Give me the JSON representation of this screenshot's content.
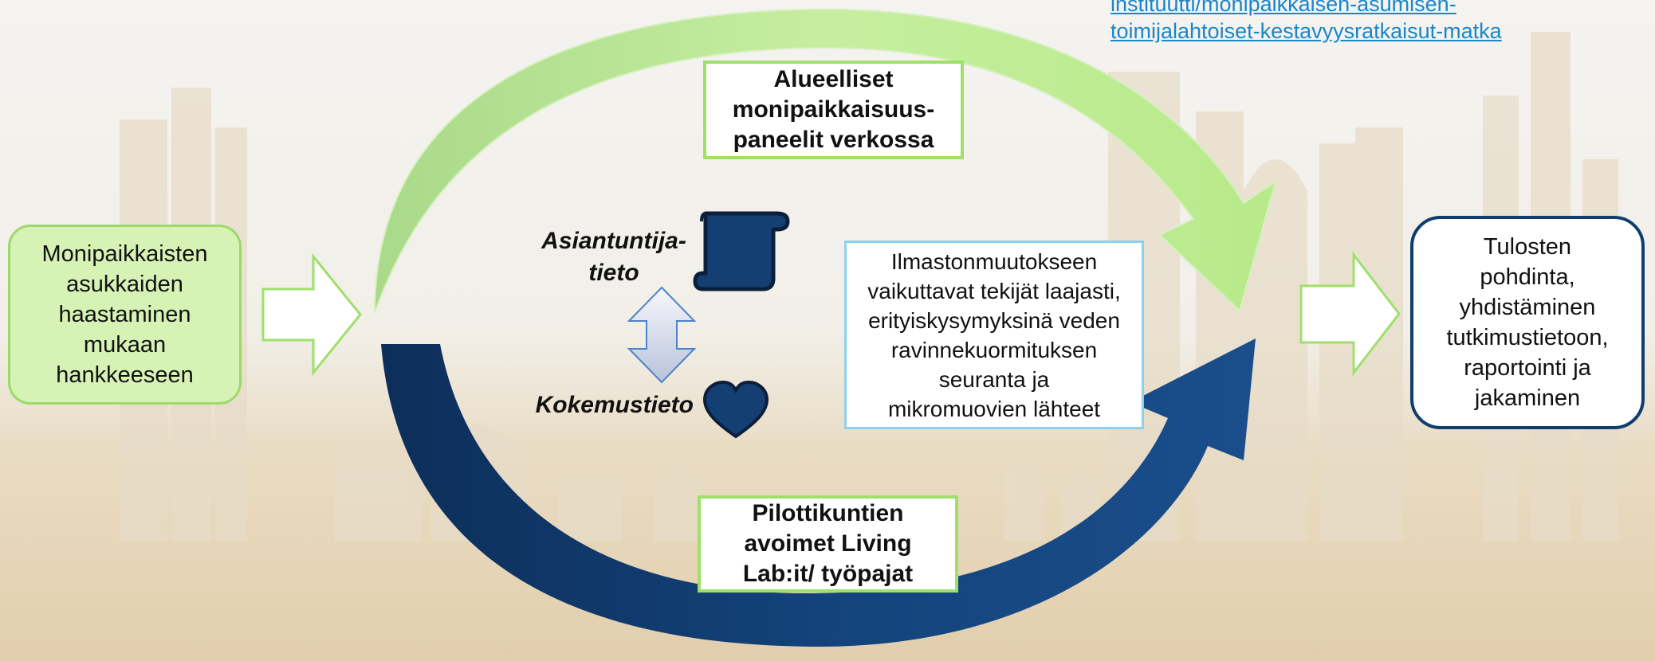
{
  "link": {
    "line1": "instituutti/monipaikkaisen-asumisen-",
    "line2": "toimijalahtoiset-kestavyysratkaisut-matka"
  },
  "left_box": {
    "lines": [
      "Monipaikkaisten",
      "asukkaiden",
      "haastaminen",
      "mukaan",
      "hankkeeseen"
    ]
  },
  "top_box": {
    "lines": [
      "Alueelliset",
      "monipaikkaisuus-",
      "paneelit verkossa"
    ]
  },
  "bottom_box": {
    "lines": [
      "Pilottikuntien",
      "avoimet Living",
      "Lab:it/ työpajat"
    ]
  },
  "center_box": {
    "lines": [
      "Ilmastonmuutokseen",
      "vaikuttavat tekijät laajasti,",
      "erityiskysymyksinä veden",
      "ravinnekuormituksen",
      "seuranta ja",
      "mikromuovien lähteet"
    ]
  },
  "right_box": {
    "lines": [
      "Tulosten",
      "pohdinta,",
      "yhdistäminen",
      "tutkimustietoon,",
      "raportointi ja",
      "jakaminen"
    ]
  },
  "labels": {
    "expert": [
      "Asiantuntija-",
      "tieto"
    ],
    "experience": "Kokemustieto"
  },
  "icons": {
    "scroll": "scroll-icon",
    "heart": "heart-icon",
    "double_arrow": "double-arrow-icon"
  },
  "colors": {
    "green_light": "#d6f3b5",
    "green_border": "#9ee06b",
    "navy": "#0f3e6e",
    "blue_border": "#8dd0ef",
    "link": "#1a86c8"
  }
}
